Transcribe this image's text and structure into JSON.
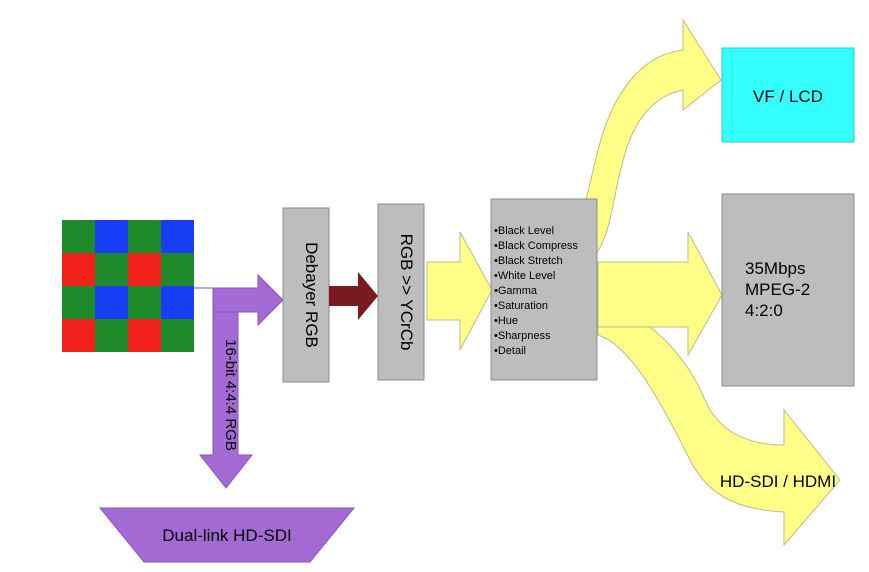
{
  "colors": {
    "sensor_green": "#1f8a2a",
    "sensor_red": "#f0201a",
    "sensor_blue": "#1a3ef5",
    "purple_path": "#a46ad4",
    "process_box": "#bdbdbd",
    "process_border": "#8c8c8c",
    "rgb_to_ycc_arrow": "#7a1a1f",
    "yellow_path": "#ffff88",
    "yellow_border": "#bcbc88",
    "viewfinder_box": "#33ffff"
  },
  "sensor": {
    "pattern": [
      [
        "G",
        "B",
        "G",
        "B"
      ],
      [
        "R",
        "G",
        "R",
        "G"
      ],
      [
        "G",
        "B",
        "G",
        "B"
      ],
      [
        "R",
        "G",
        "R",
        "G"
      ]
    ]
  },
  "blocks": {
    "debayer": "Debayer RGB",
    "rgb_to_ycc": "RGB >> YCrCb",
    "processing_items": [
      "•Black Level",
      "•Black Compress",
      "•Black Stretch",
      "•White Level",
      "•Gamma",
      "•Saturation",
      "•Hue",
      "•Sharpness",
      "•Detail"
    ],
    "viewfinder": "VF / LCD",
    "codec_lines": [
      "35Mbps",
      "MPEG-2",
      "4:2:0"
    ],
    "hdsdi_hdmi": "HD-SDI / HDMI"
  },
  "raw_path": {
    "label": "16-bit 4:4:4 RGB",
    "output": "Dual-link HD-SDI"
  }
}
